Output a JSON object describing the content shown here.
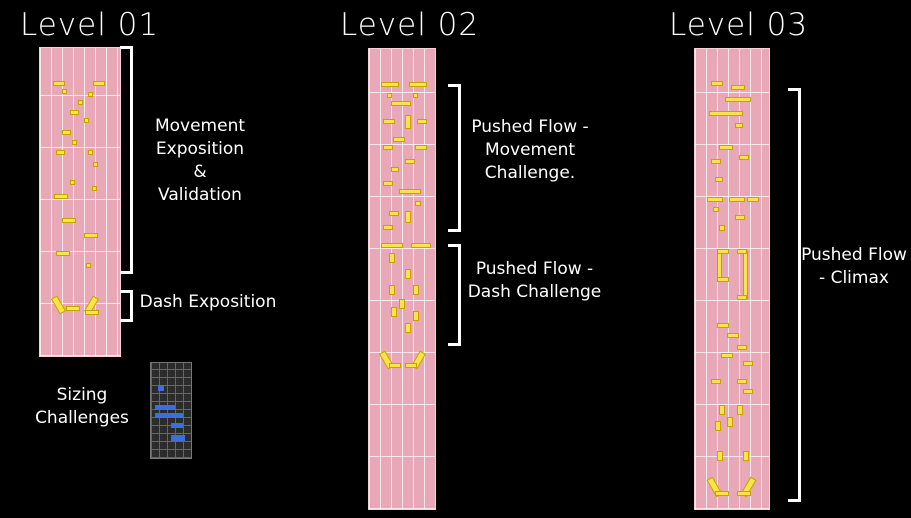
{
  "levels": [
    {
      "title": "Level 01"
    },
    {
      "title": "Level 02"
    },
    {
      "title": "Level 03"
    }
  ],
  "annotations": {
    "l1_section1": [
      "Movement",
      "Exposition",
      "&",
      "Validation"
    ],
    "l1_section2": [
      "Dash Exposition"
    ],
    "sizing": [
      "Sizing",
      "Challenges"
    ],
    "l2_section1": [
      "Pushed Flow -",
      "Movement",
      "Challenge."
    ],
    "l2_section2": [
      "Pushed Flow -",
      "Dash Challenge"
    ],
    "l3_section1": [
      "Pushed Flow",
      "- Climax"
    ]
  },
  "colors": {
    "background": "#000000",
    "track": "#e8a8b8",
    "platform": "#f7e34a",
    "sizing_block": "#3b6fe0"
  }
}
